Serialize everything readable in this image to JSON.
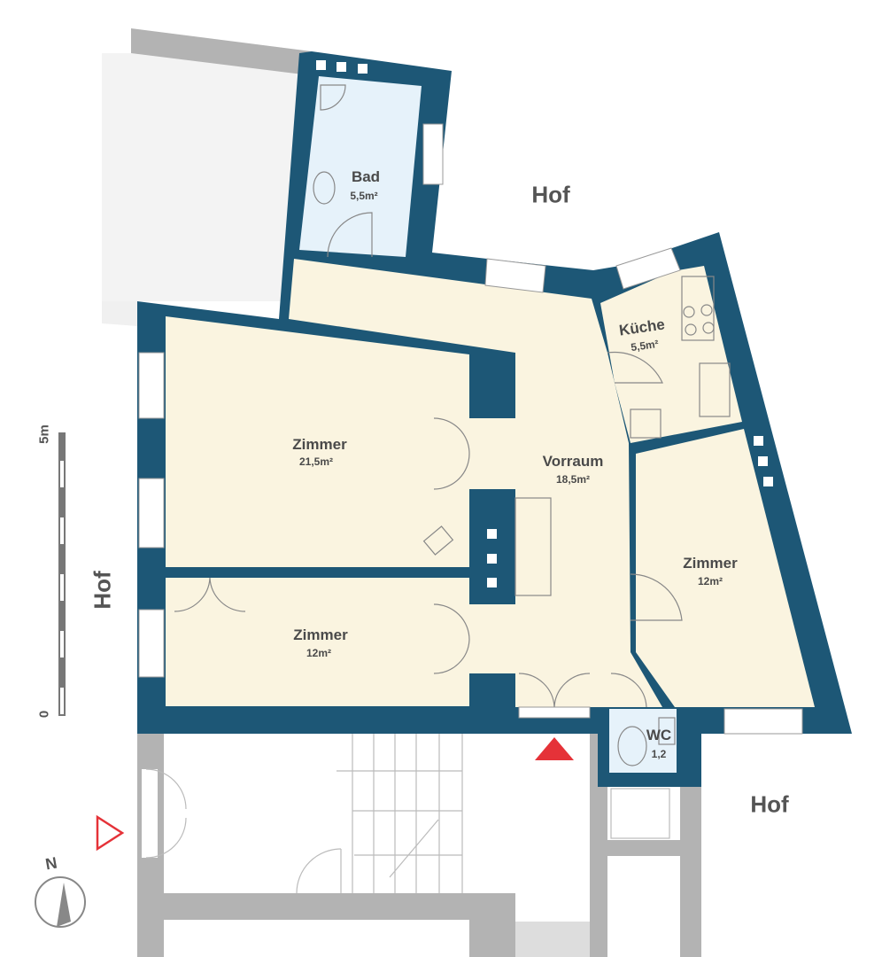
{
  "rooms": [
    {
      "name": "Bad",
      "area": "5,5m²"
    },
    {
      "name": "Küche",
      "area": "5,5m²"
    },
    {
      "name": "Zimmer",
      "area": "21,5m²"
    },
    {
      "name": "Vorraum",
      "area": "18,5m²"
    },
    {
      "name": "Zimmer",
      "area": "12m²"
    },
    {
      "name": "Zimmer",
      "area": "12m²"
    },
    {
      "name": "WC",
      "area": "1,2"
    }
  ],
  "outside": {
    "hof_top": "Hof",
    "hof_left": "Hof",
    "hof_right": "Hof"
  },
  "scale": {
    "top": "5m",
    "bottom": "0"
  },
  "compass": {
    "label": "N"
  },
  "colors": {
    "wall": "#1d5776",
    "floor": "#faf4e0",
    "wet": "#e6f2fa",
    "neighbor": "#b3b3b3",
    "entry": "#e53238"
  }
}
